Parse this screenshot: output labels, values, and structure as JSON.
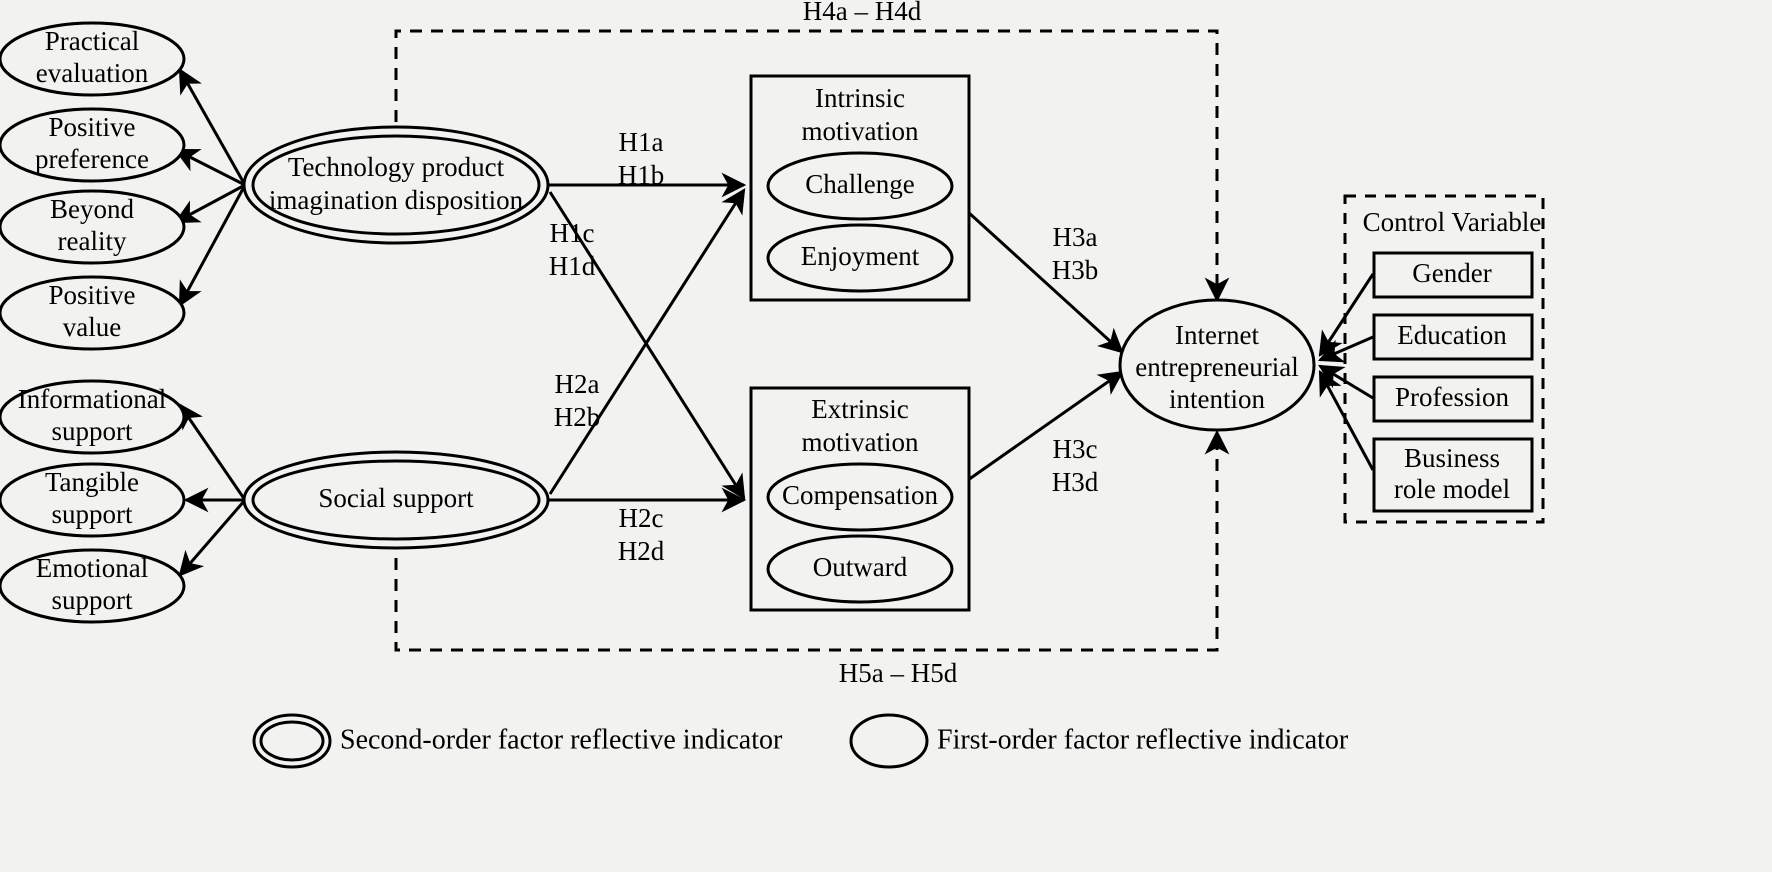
{
  "figure": {
    "title": "Research model: technology product imagination disposition and social support on internet entrepreneurial intention",
    "background_color": "#f2f2f0",
    "line_color": "#000000"
  },
  "second_order_factors": [
    {
      "id": "tpid",
      "label_line1": "Technology product",
      "label_line2": "imagination disposition"
    },
    {
      "id": "social-support",
      "label_line1": "Social support",
      "label_line2": ""
    }
  ],
  "tpid_indicators": [
    {
      "line1": "Practical",
      "line2": "evaluation"
    },
    {
      "line1": "Positive",
      "line2": "preference"
    },
    {
      "line1": "Beyond",
      "line2": "reality"
    },
    {
      "line1": "Positive",
      "line2": "value"
    }
  ],
  "social_support_indicators": [
    {
      "line1": "Informational",
      "line2": "support"
    },
    {
      "line1": "Tangible",
      "line2": "support"
    },
    {
      "line1": "Emotional",
      "line2": "support"
    }
  ],
  "motivation_boxes": [
    {
      "id": "intrinsic",
      "title_line1": "Intrinsic",
      "title_line2": "motivation",
      "facets": [
        "Challenge",
        "Enjoyment"
      ]
    },
    {
      "id": "extrinsic",
      "title_line1": "Extrinsic",
      "title_line2": "motivation",
      "facets": [
        "Compensation",
        "Outward"
      ]
    }
  ],
  "outcome": {
    "line1": "Internet",
    "line2": "entrepreneurial",
    "line3": "intention"
  },
  "control_variable": {
    "title": "Control Variable",
    "items": [
      {
        "line1": "Gender",
        "line2": ""
      },
      {
        "line1": "Education",
        "line2": ""
      },
      {
        "line1": "Profession",
        "line2": ""
      },
      {
        "line1": "Business",
        "line2": "role model"
      }
    ]
  },
  "hypotheses": {
    "h1ab_1": "H1a",
    "h1ab_2": "H1b",
    "h1cd_1": "H1c",
    "h1cd_2": "H1d",
    "h2ab_1": "H2a",
    "h2ab_2": "H2b",
    "h2cd_1": "H2c",
    "h2cd_2": "H2d",
    "h3ab_1": "H3a",
    "h3ab_2": "H3b",
    "h3cd_1": "H3c",
    "h3cd_2": "H3d",
    "h4": "H4a – H4d",
    "h5": "H5a – H5d"
  },
  "legend": [
    {
      "symbol": "double-ellipse",
      "label": "Second-order factor reflective indicator"
    },
    {
      "symbol": "single-ellipse",
      "label": "First-order factor reflective indicator"
    }
  ]
}
